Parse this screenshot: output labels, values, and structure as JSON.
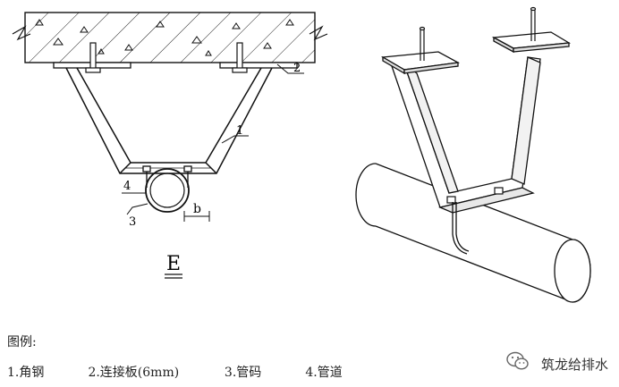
{
  "drawing": {
    "section_label": "E",
    "callouts": {
      "n1": "1",
      "n2": "2",
      "n3": "3",
      "n4": "4",
      "dim_b": "b"
    }
  },
  "legend": {
    "title": "图例:",
    "items": [
      "1.角钢",
      "2.连接板(6mm)",
      "3.管码",
      "4.管道"
    ]
  },
  "watermark": {
    "text": "筑龙给排水",
    "icon": "wechat-logo-icon"
  }
}
